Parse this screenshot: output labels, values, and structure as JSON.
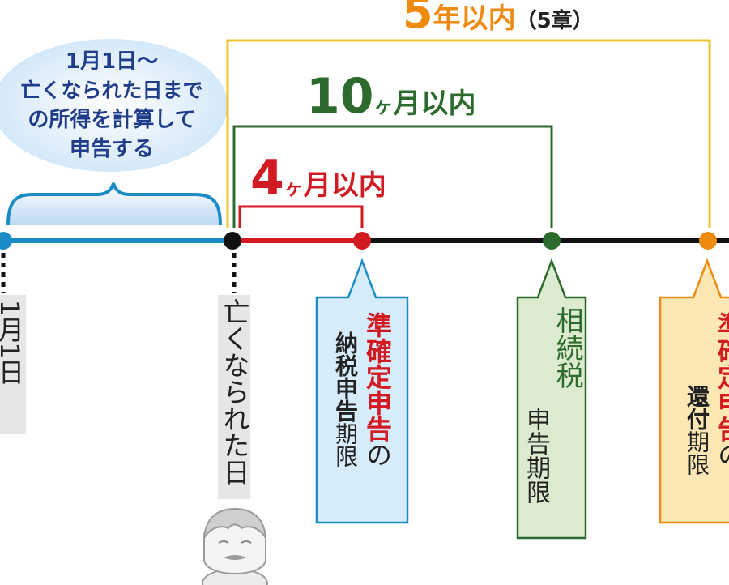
{
  "periods": {
    "five_years": {
      "big": "5",
      "text": "年以内",
      "note": "（5章）",
      "color": "#ef8a10"
    },
    "ten_months": {
      "big": "10",
      "small": "ヶ",
      "text": "月以内",
      "color": "#2c6b2d"
    },
    "four_months": {
      "big": "4",
      "small": "ヶ",
      "text": "月以内",
      "color": "#d21a22"
    }
  },
  "cloud": {
    "lines": [
      "1月1日〜",
      "亡くなられた日まで",
      "の所得を計算して",
      "申告する"
    ]
  },
  "markers": {
    "jan1": {
      "label": "1月1日"
    },
    "death": {
      "label": "亡くなられた日"
    }
  },
  "callouts": {
    "jun_kakutei": {
      "col1": "準確定申告",
      "col1b": "の",
      "col2a": "納税申告",
      "col2b": "期限"
    },
    "souzoku": {
      "col1": "相続税",
      "col2": "申告期限"
    },
    "kanpu": {
      "col1": "準確定申告",
      "col1b": "の",
      "col2a": "還付",
      "col2b": "期限"
    }
  },
  "colors": {
    "timeline_blue": "#1a8bc4",
    "timeline_red": "#d21a22",
    "timeline_black": "#111111",
    "green": "#2c6b2d",
    "orange": "#ef8a10",
    "callout_blue_bg": "#d6ecfa",
    "callout_green_bg": "#dcebcf",
    "callout_orange_bg": "#fde7b4",
    "gray_label_bg": "#e6e6e6"
  }
}
